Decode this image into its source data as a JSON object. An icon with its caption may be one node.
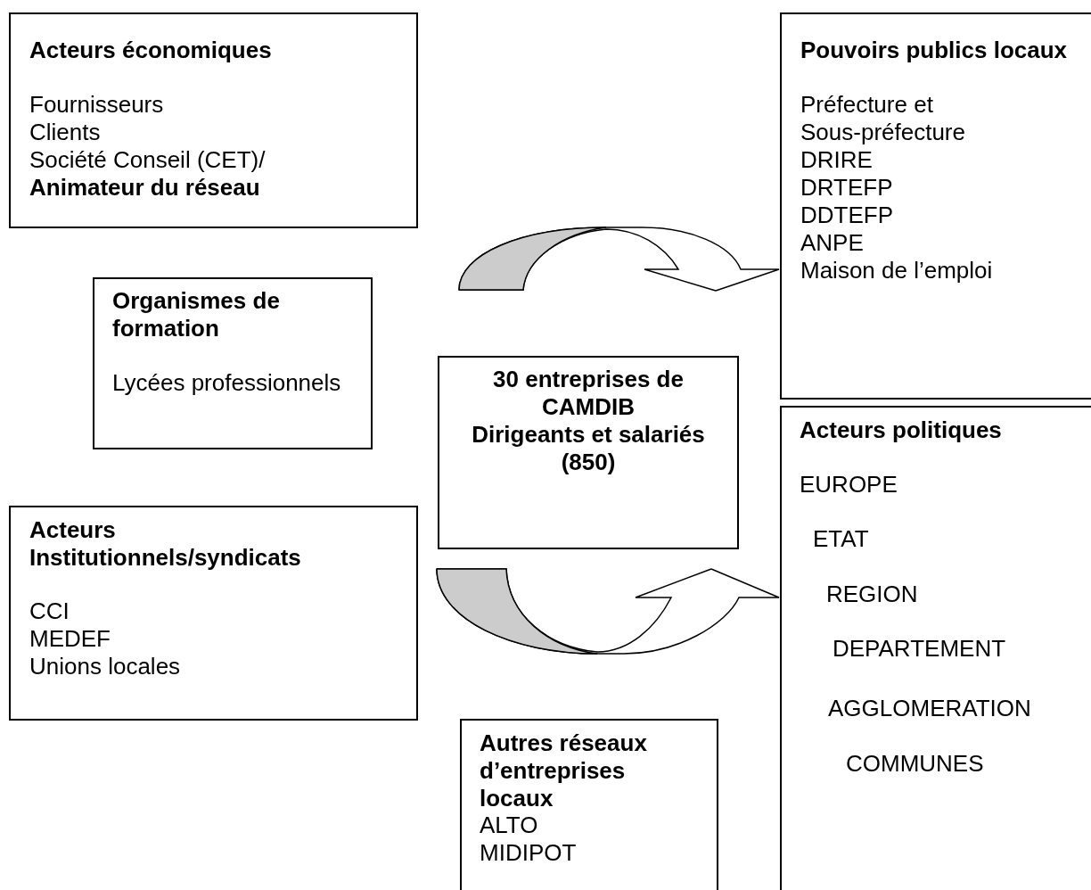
{
  "diagram": {
    "nodes": [
      {
        "text": [
          "Acteurs économiques",
          "Fournisseurs",
          "Clients",
          "Société Conseil (CET)/",
          "**Animateur du réseau**"
        ]
      },
      {
        "text": [
          "Pouvoirs publics locaux",
          "Préfecture et",
          "Sous-préfecture",
          "DRIRE",
          "DRTEFP",
          "DDTEFP",
          "ANPE",
          "Maison de l’emploi"
        ]
      },
      {
        "text": [
          "Organismes de formation",
          "Lycées professionnels"
        ]
      },
      {
        "text": [
          "30 entreprises de CAMDIB",
          "Dirigeants et salariés (850)"
        ]
      },
      {
        "text": [
          "Acteurs politiques",
          "EUROPE",
          "ETAT",
          "REGION",
          "DEPARTEMENT",
          "AGGLOMERATION",
          "COMMUNES"
        ]
      },
      {
        "text": [
          "Acteurs Institutionnels/syndicats",
          "CCI",
          "MEDEF",
          "Unions locales"
        ]
      },
      {
        "text": [
          "Autres réseaux d’entreprises locaux",
          "ALTO",
          "MIDIPOT"
        ]
      }
    ],
    "edges": [
      {
        "from": 3,
        "to": 1,
        "arrow": "to"
      },
      {
        "from": 3,
        "to": 4,
        "arrow": "to"
      }
    ]
  }
}
